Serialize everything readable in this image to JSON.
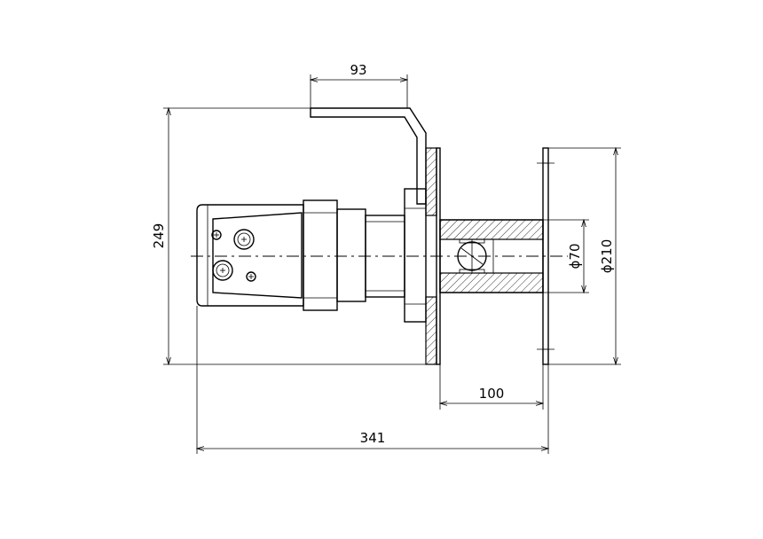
{
  "drawing": {
    "dimensions": {
      "handle_width": "93",
      "total_height": "249",
      "inner_diameter": "ϕ70",
      "flange_diameter": "ϕ210",
      "spool_width": "100",
      "total_length": "341"
    }
  }
}
